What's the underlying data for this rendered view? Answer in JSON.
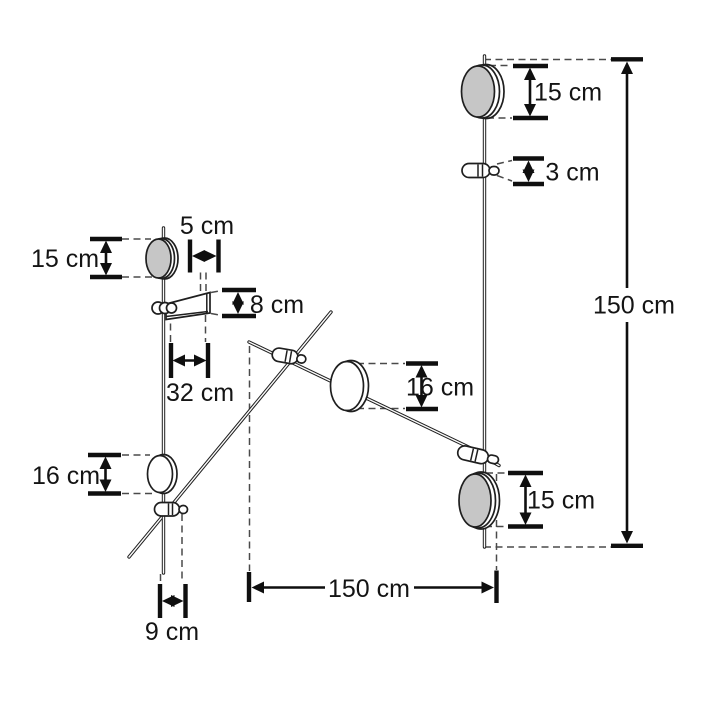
{
  "diagram": {
    "unit": "cm",
    "labels": {
      "top_left_disc_height": "15 cm",
      "top_bracket_width": "5 cm",
      "bracket_height": "8 cm",
      "bracket_reach": "32 cm",
      "lower_left_disc_height": "16 cm",
      "bottom_left_offset": "9 cm",
      "top_right_disc_height": "15 cm",
      "wall_peg_height": "3 cm",
      "middle_disc_height": "16 cm",
      "lower_right_disc_height": "15 cm",
      "total_height": "150 cm",
      "total_width": "150 cm"
    },
    "colors": {
      "line": "#1f1f1f",
      "dash": "#4a4a4a",
      "disc_fill": "#c6c6c6",
      "background": "#ffffff"
    }
  }
}
